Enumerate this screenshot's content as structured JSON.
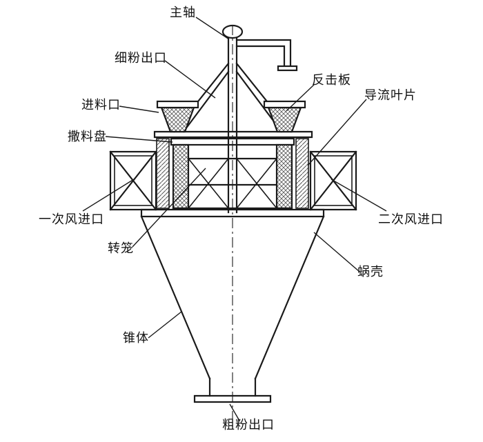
{
  "labels": {
    "main_shaft": "主轴",
    "fine_powder_outlet": "细粉出口",
    "impact_plate": "反击板",
    "guide_vane": "导流叶片",
    "feed_inlet": "进料口",
    "spreader_disc": "撒料盘",
    "primary_air_inlet": "一次风进口",
    "secondary_air_inlet": "二次风进口",
    "rotary_cage": "转笼",
    "volute": "蜗壳",
    "cone": "锥体",
    "coarse_powder_outlet": "粗粉出口"
  },
  "colors": {
    "line": "#1a1a1a",
    "background": "#ffffff"
  }
}
